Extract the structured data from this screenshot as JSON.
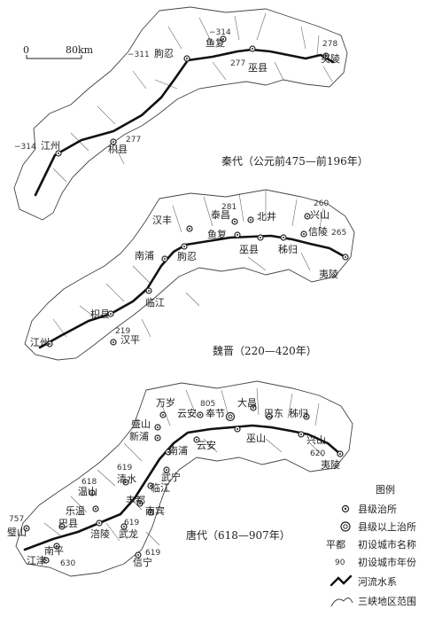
{
  "scale_bar": {
    "start": "0",
    "end": "80km"
  },
  "maps": [
    {
      "caption": "秦代（公元前475—前196年）",
      "places": [
        {
          "name": "鱼复",
          "sym": "county",
          "year": "−314"
        },
        {
          "name": "巫县",
          "sym": "county",
          "year": "277"
        },
        {
          "name": "夷陵",
          "sym": "county",
          "year": "278"
        },
        {
          "name": "朐忍",
          "sym": "county",
          "year": "−311"
        },
        {
          "name": "枳县",
          "sym": "county",
          "year": "277"
        },
        {
          "name": "江州",
          "sym": "county",
          "year": "−314"
        }
      ]
    },
    {
      "caption": "魏晋（220—420年）",
      "places": [
        {
          "name": "汉丰",
          "sym": "county",
          "year": ""
        },
        {
          "name": "泰昌",
          "sym": "county",
          "year": "281"
        },
        {
          "name": "北井",
          "sym": "county",
          "year": ""
        },
        {
          "name": "兴山",
          "sym": "county",
          "year": "260"
        },
        {
          "name": "鱼复",
          "sym": "county",
          "year": ""
        },
        {
          "name": "信陵",
          "sym": "county",
          "year": "265"
        },
        {
          "name": "南浦",
          "sym": "county",
          "year": ""
        },
        {
          "name": "朐忍",
          "sym": "county",
          "year": ""
        },
        {
          "name": "巫县",
          "sym": "county",
          "year": ""
        },
        {
          "name": "秭归",
          "sym": "county",
          "year": ""
        },
        {
          "name": "夷陵",
          "sym": "county",
          "year": ""
        },
        {
          "name": "临江",
          "sym": "county",
          "year": ""
        },
        {
          "name": "枳县",
          "sym": "county",
          "year": ""
        },
        {
          "name": "江州",
          "sym": "county",
          "year": ""
        },
        {
          "name": "汉平",
          "sym": "county",
          "year": "219"
        }
      ]
    },
    {
      "caption": "唐代（618—907年）",
      "places": [
        {
          "name": "万岁",
          "sym": "county",
          "year": ""
        },
        {
          "name": "云安",
          "sym": "county",
          "year": "805"
        },
        {
          "name": "大昌",
          "sym": "county",
          "year": ""
        },
        {
          "name": "盛山",
          "sym": "county",
          "year": ""
        },
        {
          "name": "奉节",
          "sym": "higher",
          "year": ""
        },
        {
          "name": "巴东",
          "sym": "county",
          "year": ""
        },
        {
          "name": "秭归",
          "sym": "county",
          "year": ""
        },
        {
          "name": "新浦",
          "sym": "county",
          "year": ""
        },
        {
          "name": "云安",
          "sym": "county",
          "year": ""
        },
        {
          "name": "巫山",
          "sym": "county",
          "year": ""
        },
        {
          "name": "兴山",
          "sym": "county",
          "year": "620"
        },
        {
          "name": "南浦",
          "sym": "county",
          "year": ""
        },
        {
          "name": "夷陵",
          "sym": "county",
          "year": ""
        },
        {
          "name": "武宁",
          "sym": "county",
          "year": ""
        },
        {
          "name": "清水",
          "sym": "county",
          "year": "619"
        },
        {
          "name": "临江",
          "sym": "county",
          "year": ""
        },
        {
          "name": "温山",
          "sym": "county",
          "year": "618"
        },
        {
          "name": "丰都",
          "sym": "county",
          "year": ""
        },
        {
          "name": "南宾",
          "sym": "county",
          "year": ""
        },
        {
          "name": "乐温",
          "sym": "county",
          "year": ""
        },
        {
          "name": "巴县",
          "sym": "county",
          "year": ""
        },
        {
          "name": "涪陵",
          "sym": "county",
          "year": ""
        },
        {
          "name": "武龙",
          "sym": "county",
          "year": "619"
        },
        {
          "name": "璧山",
          "sym": "county",
          "year": "757"
        },
        {
          "name": "南平",
          "sym": "county",
          "year": "630"
        },
        {
          "name": "江津",
          "sym": "county",
          "year": ""
        },
        {
          "name": "信宁",
          "sym": "county",
          "year": "619"
        }
      ]
    }
  ],
  "legend": {
    "title": "图例",
    "items": [
      {
        "sym": "county",
        "text": "县级治所"
      },
      {
        "sym": "higher",
        "text": "县级以上治所"
      },
      {
        "sym": "name_sample",
        "sample": "平都",
        "text": "初设城市名称"
      },
      {
        "sym": "year_sample",
        "sample": "90",
        "text": "初设城市年份"
      },
      {
        "sym": "river",
        "text": "河流水系"
      },
      {
        "sym": "region",
        "text": "三峡地区范围"
      }
    ]
  }
}
